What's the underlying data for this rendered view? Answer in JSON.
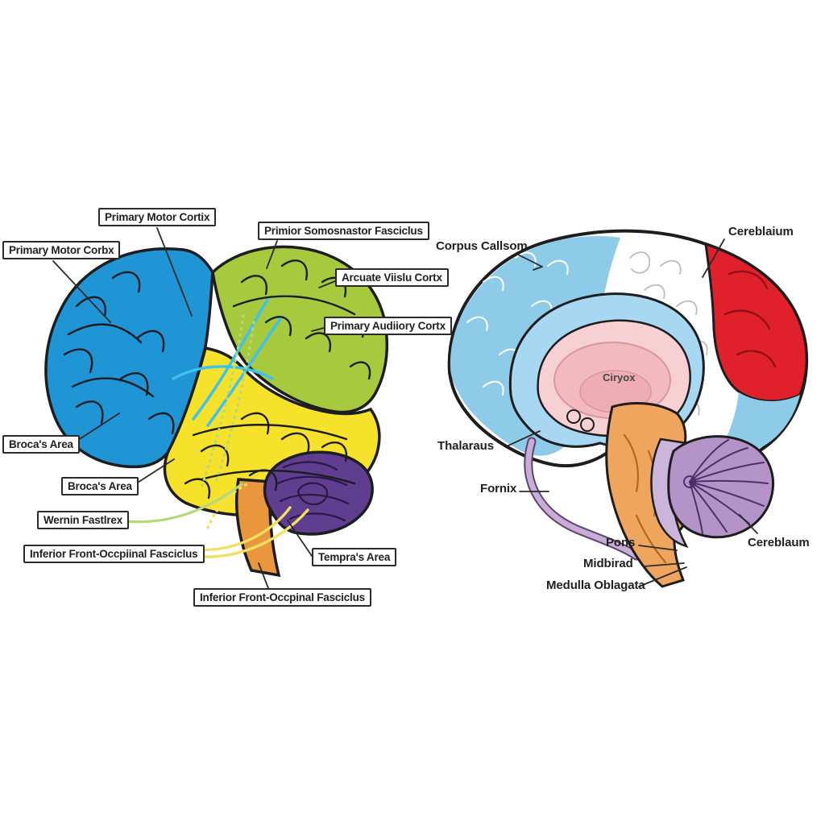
{
  "left_diagram": {
    "labels": {
      "primary_motor_top": "Primary Motor Cortix",
      "primary_motor_left": "Primary Motor Corbx",
      "superior_fasciculus": "Primior Somosnastor Fasciclus",
      "arcuate": "Arcuate Viislu Cortx",
      "primary_auditory": "Primary Audiiory Cortx",
      "brocas_left": "Broca's Area",
      "brocas_lower": "Broca's Area",
      "wernicke": "Wernin Fastlrex",
      "inferior_fasciculus_upper": "Inferior Front-Occpiinal Fasciclus",
      "temporal": "Tempra's Area",
      "inferior_fasciculus_lower": "Inferior Front-Occpinal Fasciclus"
    }
  },
  "right_diagram": {
    "labels": {
      "corpus_callosum": "Corpus Callsom",
      "cerebellum_top": "Cereblaium",
      "cortex_center": "Ciryox",
      "thalamus": "Thalaraus",
      "fornix": "Fornix",
      "pons": "Pons",
      "midbrain": "Midbirad",
      "medulla": "Medulla Oblagata",
      "cerebellum_bottom": "Cereblaum"
    }
  },
  "palette": {
    "outline": "#1d1d1f",
    "frontal_blue": "#2095d5",
    "parietal_green": "#a6c93d",
    "temporal_yellow": "#f6e22b",
    "cerebellum_purple": "#5f3d8f",
    "brainstem_orange": "#e9963c",
    "tract_cyan": "#3fc1ee",
    "tract_green": "#b5d879",
    "tract_yellow": "#f2df63",
    "sagittal_blue": "#8ecbe9",
    "sagittal_red": "#e0202a",
    "corpus_band_blue": "#a7d7f1",
    "inner_pink": "#f7d0d4",
    "inner_pink_dark": "#f2b9bf",
    "fornix_lavender": "#c9add8",
    "sagittal_orange": "#f0a55f",
    "sagittal_cerebellum": "#b493c8",
    "leader_line": "#2b2b2b"
  }
}
